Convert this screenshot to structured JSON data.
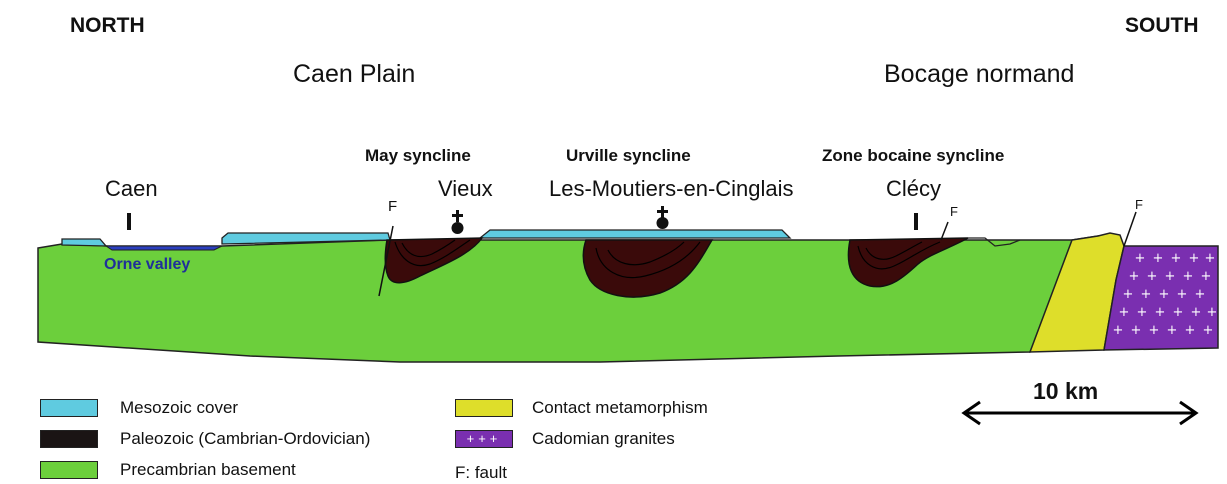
{
  "directions": {
    "north": "NORTH",
    "south": "SOUTH"
  },
  "regions": {
    "left": "Caen Plain",
    "right": "Bocage normand"
  },
  "synclines": [
    "May syncline",
    "Urville syncline",
    "Zone bocaine syncline"
  ],
  "towns": [
    "Caen",
    "Vieux",
    "Les-Moutiers-en-Cinglais",
    "Clécy"
  ],
  "valley_label": "Orne valley",
  "fault_marks": [
    "F",
    "F",
    "F"
  ],
  "legend": {
    "items": [
      {
        "label": "Mesozoic cover",
        "color": "#5fcbe0"
      },
      {
        "label": "Paleozoic (Cambrian-Ordovician)",
        "color": "#1a1414"
      },
      {
        "label": "Precambrian basement",
        "color": "#6ccf3c"
      },
      {
        "label": "Contact metamorphism",
        "color": "#dede2a"
      },
      {
        "label": "Cadomian granites",
        "color": "#7a2fb0"
      }
    ],
    "fault_note": "F: fault"
  },
  "scale": {
    "label": "10 km"
  },
  "colors": {
    "basement": "#6ccf3c",
    "cover": "#5fcbe0",
    "paleozoic": "#3a0a0a",
    "contact": "#dede2a",
    "granite": "#7a2fb0",
    "river": "#2b3fbf"
  }
}
